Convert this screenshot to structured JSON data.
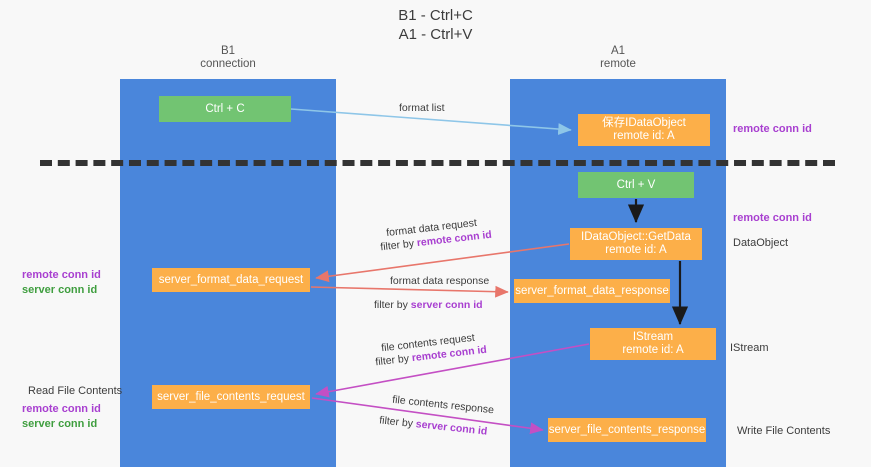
{
  "diagram": {
    "title": "B1 - Ctrl+C\nA1 - Ctrl+V",
    "lanes": [
      {
        "key": "b1",
        "title": "B1\nconnection",
        "color": "#4a86db"
      },
      {
        "key": "a1",
        "title": "A1\nremote",
        "color": "#4a86db"
      }
    ],
    "divider_style": "dashed",
    "nodes": [
      {
        "id": "ctrlc",
        "label": "Ctrl + C",
        "color": "#72c472",
        "lane": "b1"
      },
      {
        "id": "dataobject",
        "label": "保存IDataObject\nremote id: A",
        "color": "#fcaf49",
        "lane": "a1"
      },
      {
        "id": "ctrlv",
        "label": "Ctrl + V",
        "color": "#72c472",
        "lane": "a1"
      },
      {
        "id": "getdata",
        "label": "IDataObject::GetData\nremote id: A",
        "color": "#fcaf49",
        "lane": "a1"
      },
      {
        "id": "sfdreq",
        "label": "server_format_data_request",
        "color": "#fcaf49",
        "lane": "b1"
      },
      {
        "id": "sfdresp",
        "label": "server_format_data_response",
        "color": "#fcaf49",
        "lane": "a1"
      },
      {
        "id": "istream",
        "label": "IStream\nremote id: A",
        "color": "#fcaf49",
        "lane": "a1"
      },
      {
        "id": "sfcreq",
        "label": "server_file_contents_request",
        "color": "#fcaf49",
        "lane": "b1"
      },
      {
        "id": "sfcresp",
        "label": "server_file_contents_response",
        "color": "#fcaf49",
        "lane": "a1"
      }
    ],
    "edge_labels": {
      "format_list": "format list",
      "format_data_request": "format data request",
      "format_data_request_filter_prefix": "filter by ",
      "format_data_request_filter_key": "remote conn id",
      "format_data_response": "format data response",
      "format_data_response_filter_prefix": "filter by ",
      "format_data_response_filter_key": "server conn id",
      "file_contents_request": "file contents request",
      "file_contents_request_filter_prefix": "filter by ",
      "file_contents_request_filter_key": "remote conn id",
      "file_contents_response": "file contents response",
      "file_contents_response_filter_prefix": "filter by ",
      "file_contents_response_filter_key": "server conn id"
    },
    "annotations": {
      "right_top_conn": "remote conn id",
      "right_mid_conn": "remote conn id",
      "right_dataobject": "DataObject",
      "right_istream": "IStream",
      "right_write_file": "Write File Contents",
      "left_remote_conn": "remote conn id",
      "left_server_conn": "server conn id",
      "left_read_file": "Read File Contents",
      "left_remote_conn2": "remote conn id",
      "left_server_conn2": "server conn id"
    },
    "colors": {
      "lane": "#4a86db",
      "green_node": "#72c472",
      "orange_node": "#fcaf49",
      "purple_text": "#a83fd0",
      "green_text": "#3f9e3f",
      "arrow_blue": "#8ec6e8",
      "arrow_red": "#e8766b",
      "arrow_magenta": "#c44fc4",
      "arrow_black": "#1a1a1a",
      "background": "#f8f8f8"
    }
  }
}
